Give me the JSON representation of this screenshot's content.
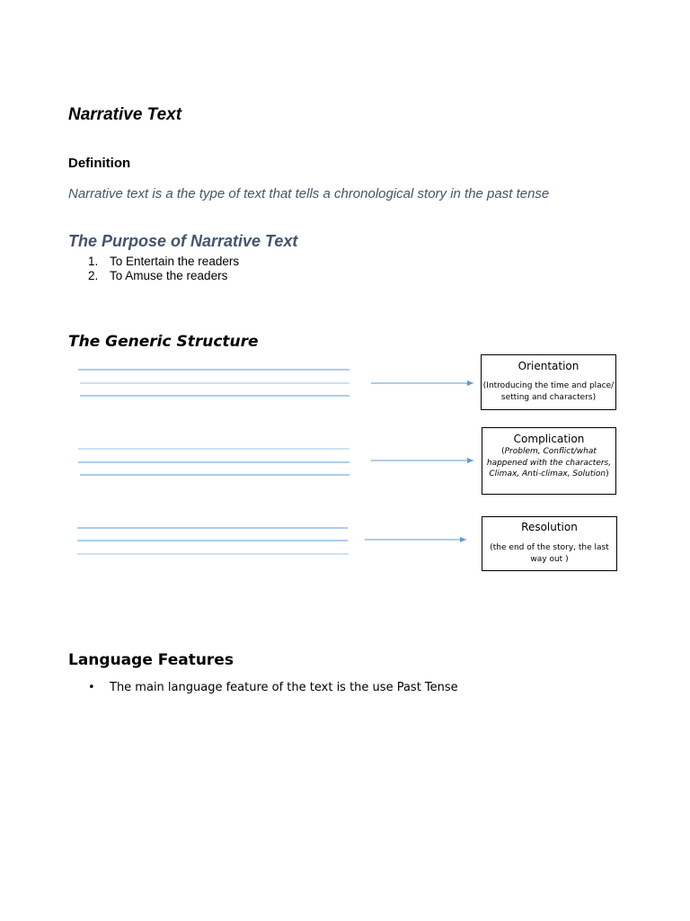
{
  "document": {
    "title": "Narrative Text",
    "definition": {
      "heading": "Definition",
      "text": "Narrative text is a the type of text that tells a chronological story in the past tense"
    },
    "purpose": {
      "heading": "The Purpose of Narrative Text",
      "items": [
        {
          "num": "1.",
          "text": "To Entertain the readers"
        },
        {
          "num": "2.",
          "text": "To Amuse the readers"
        }
      ]
    },
    "structure": {
      "heading": "The Generic Structure",
      "boxes": [
        {
          "title": "Orientation",
          "desc": "(Introducing the time and place/ setting and characters)"
        },
        {
          "title": "Complication",
          "desc_open": "(",
          "desc_italic": "Problem, Conflict/what happened with the characters, Climax, Anti-climax, Solution",
          "desc_close": ")"
        },
        {
          "title": "Resolution",
          "desc": "(the end of the story, the last way out )"
        }
      ]
    },
    "language_features": {
      "heading": "Language Features",
      "bullet": "•",
      "items": [
        "The main language feature of the text is the use Past Tense"
      ]
    },
    "colors": {
      "accent": "#5b9bd5",
      "heading_blue_gray": "#44546a"
    }
  }
}
